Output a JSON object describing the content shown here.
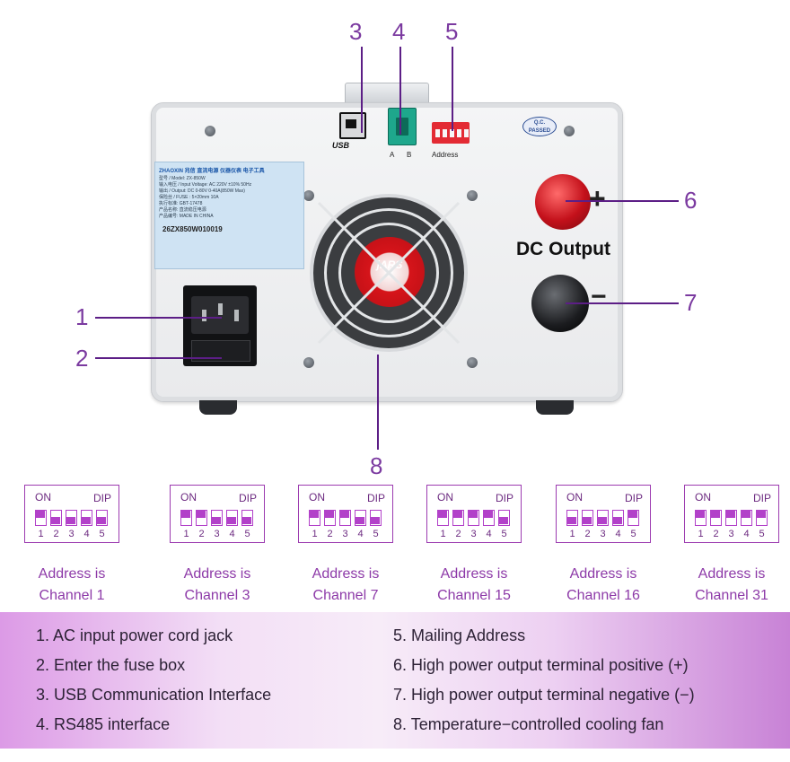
{
  "callouts": [
    "1",
    "2",
    "3",
    "4",
    "5",
    "6",
    "7",
    "8"
  ],
  "device": {
    "dc_output_label": "DC Output",
    "plus_sign": "+",
    "minus_sign": "−",
    "usb_tag": "USB",
    "rs485_a": "A",
    "rs485_b": "B",
    "address_tag": "Address",
    "qc_line1": "Q.C.",
    "qc_line2": "PASSED",
    "fan_brand": "jARS",
    "sticker": {
      "brand": "ZHAOXIN 兆信   直流电源 仪器仪表 电子工具",
      "lines": [
        "型号 / Model:  ZX-850W",
        "输入电压 / Input Voltage: AC 220V ±10%  50Hz",
        "输出 / Output: DC 0-80V  0-40A(850W Max)",
        "保险丝 / FUSE :  5×20mm 10A",
        "执行标准:   GBT-17478",
        "产品名称:   直流稳压电源",
        "产品编号:                   MADE IN CHINA"
      ],
      "serial": "26ZX850W010019"
    }
  },
  "dip_configs": [
    {
      "on_label": "ON",
      "dip_label": "DIP",
      "switches": [
        true,
        false,
        false,
        false,
        false
      ],
      "numbers": [
        "1",
        "2",
        "3",
        "4",
        "5"
      ],
      "caption_line1": "Address is",
      "caption_line2": "Channel 1"
    },
    {
      "on_label": "ON",
      "dip_label": "DIP",
      "switches": [
        true,
        true,
        false,
        false,
        false
      ],
      "numbers": [
        "1",
        "2",
        "3",
        "4",
        "5"
      ],
      "caption_line1": "Address is",
      "caption_line2": "Channel 3"
    },
    {
      "on_label": "ON",
      "dip_label": "DIP",
      "switches": [
        true,
        true,
        true,
        false,
        false
      ],
      "numbers": [
        "1",
        "2",
        "3",
        "4",
        "5"
      ],
      "caption_line1": "Address is",
      "caption_line2": "Channel 7"
    },
    {
      "on_label": "ON",
      "dip_label": "DIP",
      "switches": [
        true,
        true,
        true,
        true,
        false
      ],
      "numbers": [
        "1",
        "2",
        "3",
        "4",
        "5"
      ],
      "caption_line1": "Address is",
      "caption_line2": "Channel 15"
    },
    {
      "on_label": "ON",
      "dip_label": "DIP",
      "switches": [
        false,
        false,
        false,
        false,
        true
      ],
      "numbers": [
        "1",
        "2",
        "3",
        "4",
        "5"
      ],
      "caption_line1": "Address is",
      "caption_line2": "Channel 16"
    },
    {
      "on_label": "ON",
      "dip_label": "DIP",
      "switches": [
        true,
        true,
        true,
        true,
        true
      ],
      "numbers": [
        "1",
        "2",
        "3",
        "4",
        "5"
      ],
      "caption_line1": "Address is",
      "caption_line2": "Channel 31"
    }
  ],
  "legend": {
    "left": [
      "1. AC input power cord jack",
      "2. Enter the fuse box",
      "3. USB Communication Interface",
      "4. RS485 interface"
    ],
    "right": [
      "5. Mailing Address",
      "6. High power output terminal positive (+)",
      "7. High power output terminal negative (−)",
      "8. Temperature−controlled cooling fan"
    ]
  },
  "colors": {
    "accent": "#7b3aa0",
    "leader": "#5c1e86",
    "dip_purple": "#b241c9"
  }
}
